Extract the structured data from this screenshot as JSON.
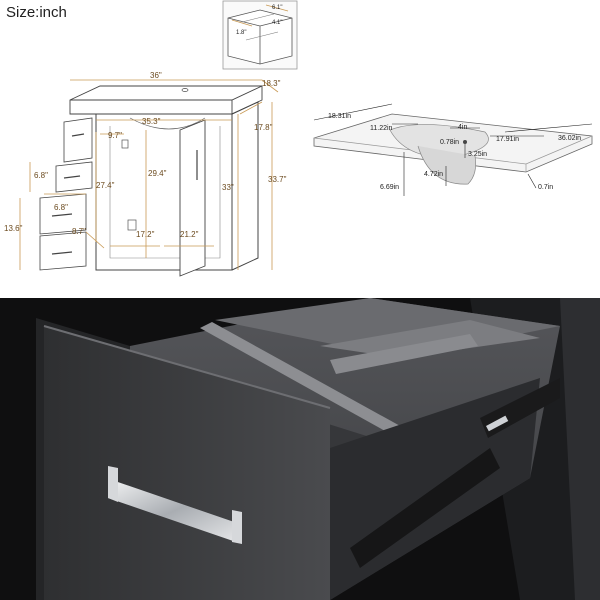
{
  "header": {
    "title": "Size:inch"
  },
  "cabinet_dims": {
    "width": "36\"",
    "depth_top": "18.3\"",
    "depth_body": "17.8\"",
    "inner_width": "35.3\"",
    "drawer_gap": "9.7\"",
    "small_drawer": "6.8\"",
    "door_height": "27.4\"",
    "inner_height": "29.4\"",
    "body_height": "33\"",
    "total_height": "33.7\"",
    "lower_drawer": "6.8\"",
    "lower_stack": "13.6\"",
    "drawer_depth": "8.7\"",
    "bottom_left": "17.2\"",
    "bottom_right": "21.2\""
  },
  "sink_dims": {
    "depth": "18.31in",
    "left_edge": "11.22in",
    "faucet_gap": "4in",
    "hole": "0.78in",
    "right_edge": "17.91in",
    "total_width": "36.02in",
    "bowl_front": "3.25in",
    "bowl_depth": "4.72in",
    "height": "6.69in",
    "lip": "0.7in"
  },
  "drawer_detail_dims": {
    "a": "6.1\"",
    "b": "4.1\"",
    "c": "1.8\""
  },
  "colors": {
    "dim_line": "#c99a55",
    "cabinet_finish": "#3a3b3d",
    "handle": "#c9ccd0"
  }
}
